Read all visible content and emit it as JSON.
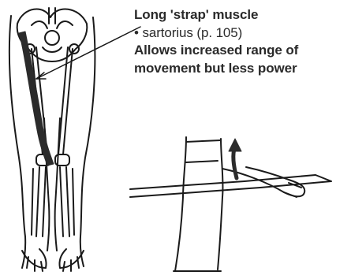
{
  "caption": {
    "line1_prefix": "Long ",
    "line1_emphasis": "'strap' muscle",
    "line2_bullet": "• ",
    "line2_name": "sartorius",
    "line2_ref": " (p. 105)",
    "line3": "Allows increased range of",
    "line4": "movement but less power"
  },
  "colors": {
    "ink": "#1a1a1a",
    "muscle": "#2b2b2b",
    "background": "#ffffff"
  }
}
